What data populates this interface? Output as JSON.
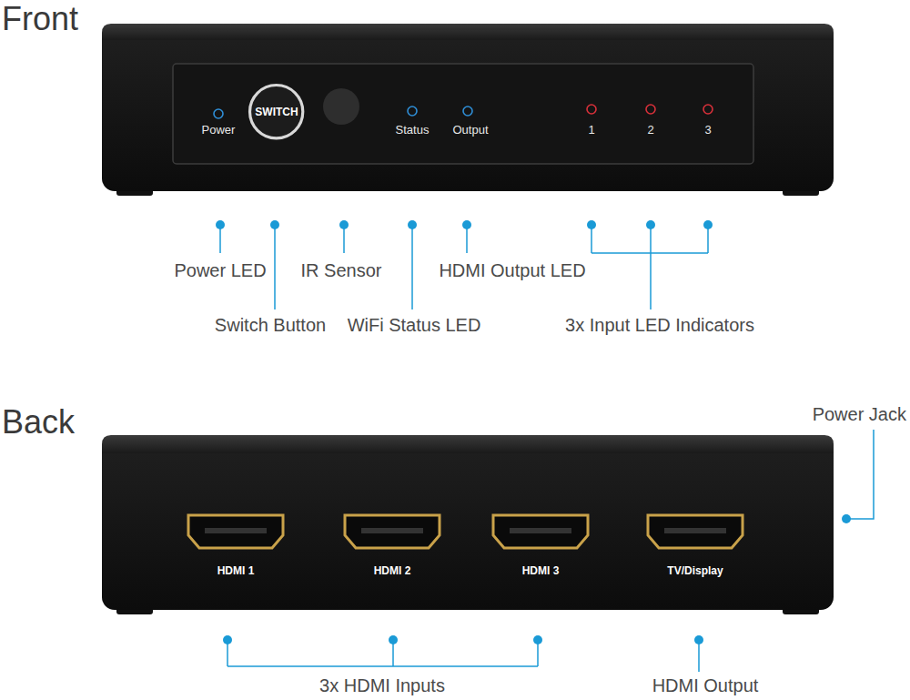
{
  "diagram": {
    "nodes": [
      {
        "text": [
          "SWITCH"
        ]
      }
    ],
    "labels": [
      "Front",
      "Power",
      "Status",
      "Output",
      "1",
      "2",
      "3",
      "Power LED",
      "IR Sensor",
      "HDMI Output LED",
      "Switch Button",
      "WiFi Status LED",
      "3x Input LED Indicators",
      "Back",
      "Power Jack",
      "HDMI 1",
      "HDMI 2",
      "HDMI 3",
      "TV/Display",
      "3x HDMI Inputs",
      "HDMI Output"
    ]
  }
}
